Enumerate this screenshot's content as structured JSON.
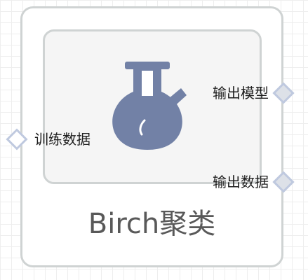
{
  "node": {
    "title": "Birch聚类",
    "icon": "flask-icon",
    "icon_color": "#7281a6"
  },
  "ports": {
    "input_label": "训练数据",
    "output_model_label": "输出模型",
    "output_data_label": "输出数据"
  }
}
